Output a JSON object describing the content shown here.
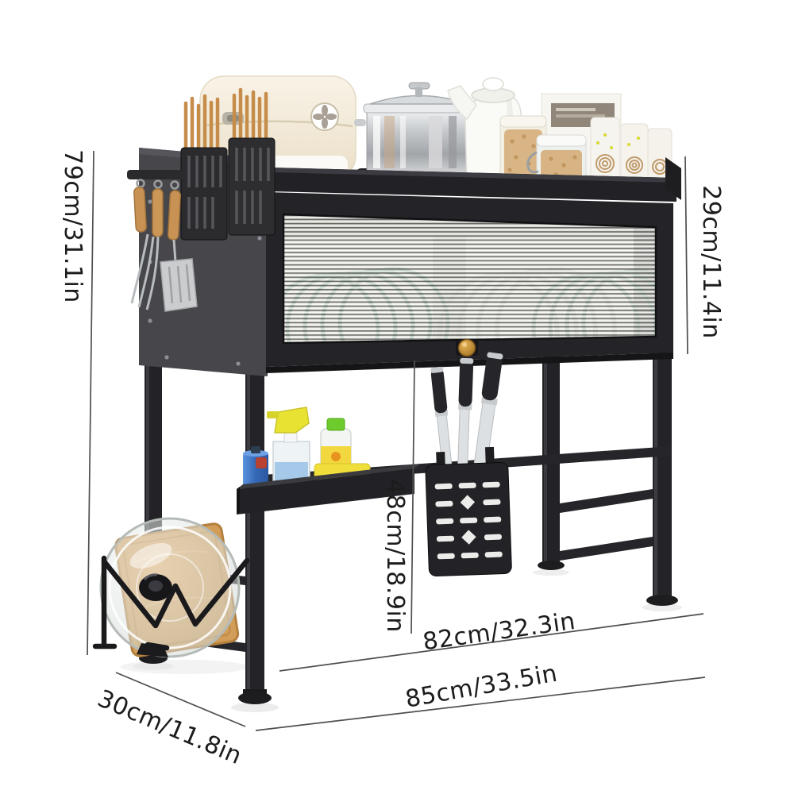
{
  "page": {
    "background_color": "#ffffff",
    "annotation_line_color": "#4f4f4f",
    "annotation_text_color": "#1c1c1c"
  },
  "product": {
    "name": "Over-sink dish drying rack with fluted-glass cabinet",
    "frame_color": "#232326",
    "side_panel_color": "#46464b",
    "knob_color": "#c79137",
    "wood_color": "#d29d58",
    "plate_color": "#7fa48f",
    "glass_color": "#e6e6e2"
  },
  "dimensions": {
    "overall_height": "79cm/31.1in",
    "cabinet_height": "29cm/11.4in",
    "under_clearance": "48cm/18.9in",
    "inner_width": "82cm/32.3in",
    "overall_width": "85cm/33.5in",
    "depth": "30cm/11.8in"
  }
}
